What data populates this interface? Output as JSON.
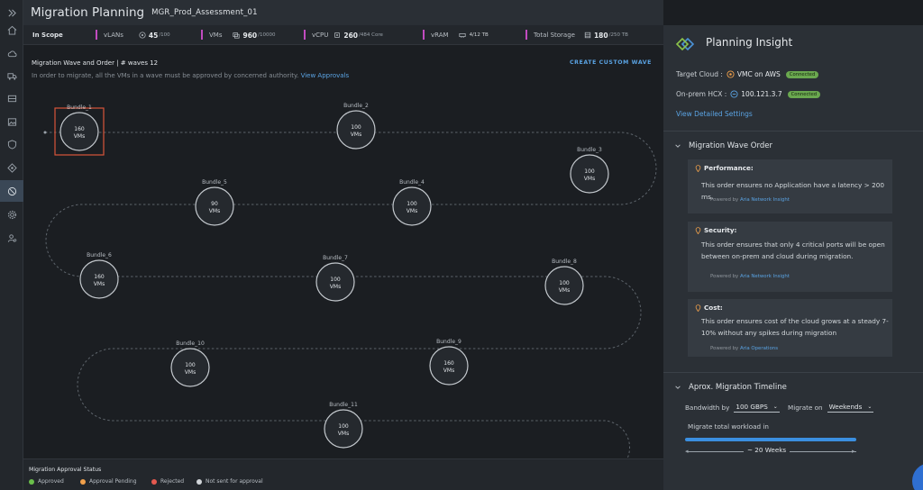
{
  "header": {
    "title": "Migration Planning",
    "subtitle": "MGR_Prod_Assessment_01"
  },
  "scope": {
    "label": "In Scope",
    "vlans": {
      "label": "vLANs",
      "value": "45",
      "total": "/100"
    },
    "vms": {
      "label": "VMs",
      "value": "960",
      "total": "/10000"
    },
    "vcpu": {
      "label": "vCPU",
      "value": "260",
      "total": "/484 Core"
    },
    "vram": {
      "label": "vRAM",
      "value": "4/12 TB"
    },
    "storage": {
      "label": "Total Storage",
      "value": "180",
      "total": "/250 TB"
    }
  },
  "main": {
    "title": "Migration Wave and Order | # waves 12",
    "note": "In order to migrate, all the VMs in a wave must be approved by concerned authority.",
    "note_link": "View Approvals",
    "create_label": "CREATE CUSTOM WAVE"
  },
  "bundles": [
    {
      "name": "Bundle_1",
      "count": "160",
      "unit": "VMs"
    },
    {
      "name": "Bundle_2",
      "count": "100",
      "unit": "VMs"
    },
    {
      "name": "Bundle_3",
      "count": "100",
      "unit": "VMs"
    },
    {
      "name": "Bundle_4",
      "count": "100",
      "unit": "VMs"
    },
    {
      "name": "Bundle_5",
      "count": "90",
      "unit": "VMs"
    },
    {
      "name": "Bundle_6",
      "count": "160",
      "unit": "VMs"
    },
    {
      "name": "Bundle_7",
      "count": "100",
      "unit": "VMs"
    },
    {
      "name": "Bundle_8",
      "count": "100",
      "unit": "VMs"
    },
    {
      "name": "Bundle_9",
      "count": "160",
      "unit": "VMs"
    },
    {
      "name": "Bundle_10",
      "count": "100",
      "unit": "VMs"
    },
    {
      "name": "Bundle_11",
      "count": "100",
      "unit": "VMs"
    }
  ],
  "approval": {
    "title": "Migration Approval Status",
    "legend": [
      {
        "label": "Approved",
        "color": "#6abf4b"
      },
      {
        "label": "Approval Pending",
        "color": "#f0a04b"
      },
      {
        "label": "Rejected",
        "color": "#e5594f"
      },
      {
        "label": "Not sent for approval",
        "color": "#d0d4d8"
      }
    ]
  },
  "panel": {
    "title": "Planning Insight",
    "target_cloud_label": "Target Cloud :",
    "target_cloud_value": "VMC on AWS",
    "target_status": "Connected",
    "hcx_label": "On-prem HCX :",
    "hcx_value": "100.121.3.7",
    "hcx_status": "Connected",
    "settings_link": "View Detailed Settings",
    "wave_order_title": "Migration Wave Order",
    "cards": [
      {
        "title": "Performance:",
        "text": "This order ensures no Application have a latency > 200 ms.",
        "by": "Powered by",
        "by_link": "Aria Network Insight"
      },
      {
        "title": "Security:",
        "text": "This order ensures that only 4 critical ports will be open between on-prem and cloud during migration.",
        "by": "Powered by",
        "by_link": "Aria Network Insight"
      },
      {
        "title": "Cost:",
        "text": "This order ensures cost of the cloud grows at a steady 7-10% without any spikes during migration",
        "by": "Powered by",
        "by_link": "Aria Operations"
      }
    ],
    "timeline_title": "Aprox. Migration Timeline",
    "bandwidth_label": "Bandwidth by",
    "bandwidth_value": "100 GBPS",
    "migrate_on_label": "Migrate on",
    "migrate_on_value": "Weekends",
    "total_label": "Migrate total workload in",
    "progress_fraction": 1.0,
    "weeks_label": "~ 20 Weeks"
  },
  "colors": {
    "accent": "#5aa3e3",
    "scope_separator": "#c14bbf",
    "selected_bundle": "#d9553a",
    "connected": "#6aa84f"
  }
}
